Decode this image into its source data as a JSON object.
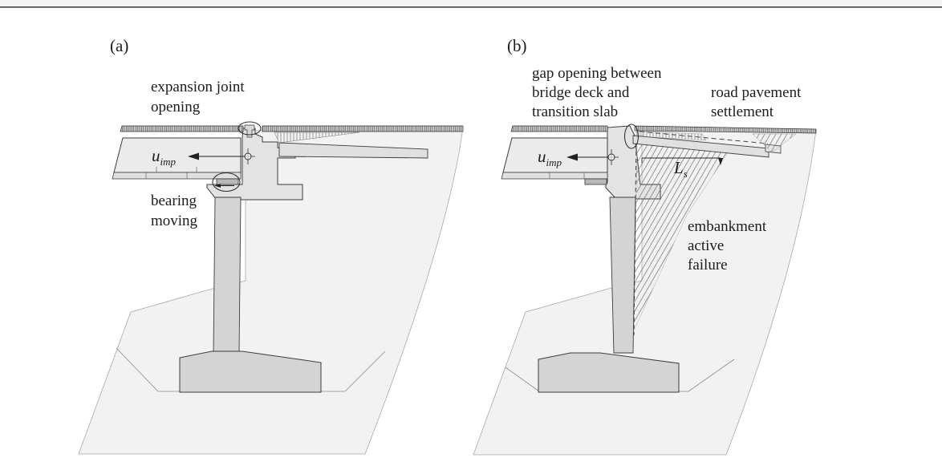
{
  "figure": {
    "type": "bridge-abutment-deformation-diagram",
    "panels": {
      "a": {
        "tag": "(a)",
        "labels": {
          "expansion_joint": [
            "expansion joint",
            "opening"
          ],
          "bearing": [
            "bearing",
            "moving"
          ]
        },
        "symbols": {
          "displacement": {
            "base": "u",
            "sub": "imp"
          }
        }
      },
      "b": {
        "tag": "(b)",
        "labels": {
          "gap": [
            "gap opening between",
            "bridge deck and",
            "transition slab"
          ],
          "pavement": [
            "road pavement",
            "settlement"
          ],
          "embankment": [
            "embankment",
            "active",
            "failure"
          ]
        },
        "symbols": {
          "displacement": {
            "base": "u",
            "sub": "imp"
          },
          "slab_length": {
            "base": "L",
            "sub": "s"
          }
        }
      }
    },
    "colors": {
      "background": "#ffffff",
      "top_rule": "#4d4d4d",
      "top_strip": "#f4f4f4",
      "soil": "#f2f2f2",
      "deck": "#ebebeb",
      "abutment": "#e3e3e3",
      "stem": "#d4d4d4",
      "footing": "#d4d4d4",
      "slab": "#e0e0e0",
      "bearing": "#b9b9b9",
      "outline": "#3c3c3c",
      "text": "#1c1c1c"
    }
  }
}
